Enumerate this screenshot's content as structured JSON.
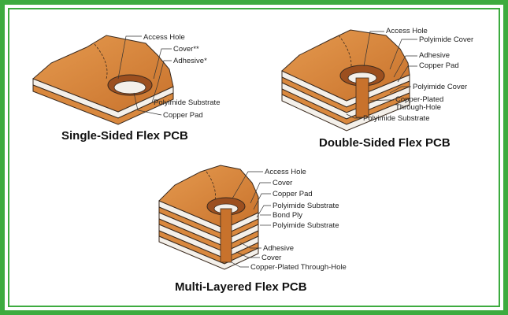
{
  "colors": {
    "border": "#3dab3f",
    "copper": "#d9883e",
    "copper_dark": "#9c4f1f",
    "layer_white": "#f4f0ea",
    "outline": "#3a2a1e"
  },
  "diagrams": [
    {
      "caption": "Single-Sided Flex PCB",
      "labels": [
        "Access Hole",
        "Cover**",
        "Adhesive*",
        "Polyimide Substrate",
        "Copper Pad"
      ]
    },
    {
      "caption": "Double-Sided Flex PCB",
      "labels": [
        "Access Hole",
        "Polyimide Cover",
        "Adhesive",
        "Copper Pad",
        "Polyimide Cover",
        "Copper-Plated",
        "Through-Hole",
        "Polyimide Substrate"
      ]
    },
    {
      "caption": "Multi-Layered Flex PCB",
      "labels": [
        "Access Hole",
        "Cover",
        "Copper Pad",
        "Polyimide Substrate",
        "Bond Ply",
        "Polyimide Substrate",
        "Adhesive",
        "Cover",
        "Copper-Plated Through-Hole"
      ]
    }
  ]
}
